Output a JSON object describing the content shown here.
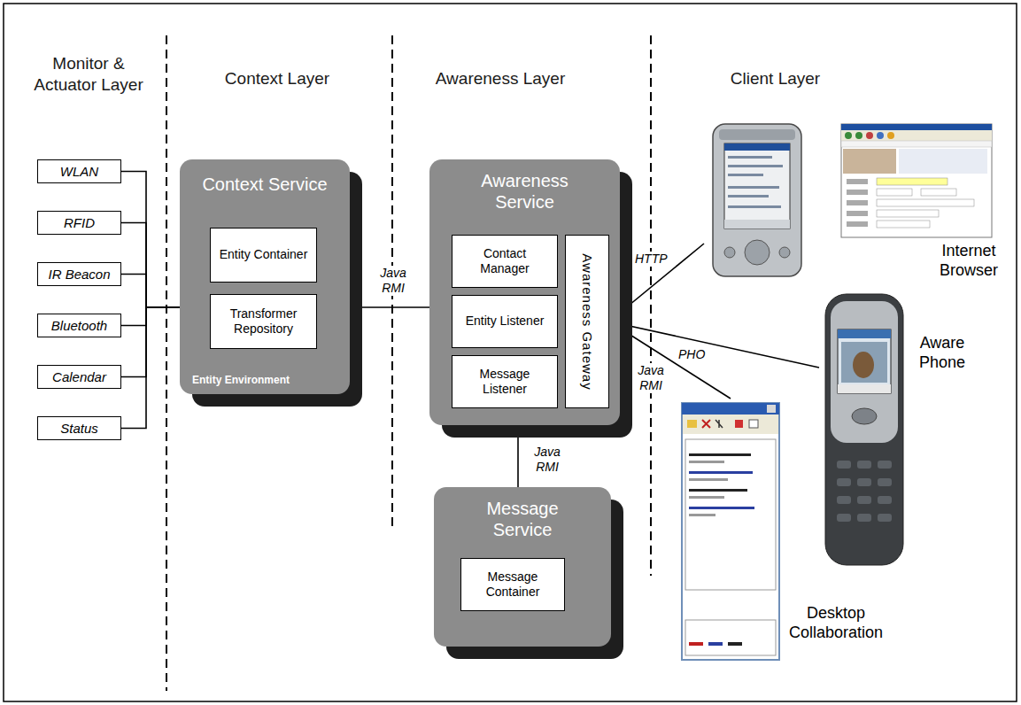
{
  "diagram": {
    "nodes": [
      {
        "text": [
          "WLAN"
        ]
      },
      {
        "text": [
          "RFID"
        ]
      },
      {
        "text": [
          "IR Beacon"
        ]
      },
      {
        "text": [
          "Bluetooth"
        ]
      },
      {
        "text": [
          "Calendar"
        ]
      },
      {
        "text": [
          "Status"
        ]
      },
      {
        "text": [
          "Context Service",
          "Entity Environment"
        ]
      },
      {
        "text": [
          "Entity Container"
        ],
        "in": 6
      },
      {
        "text": [
          "Transformer Repository"
        ],
        "in": 6
      },
      {
        "text": [
          "Awareness Service"
        ]
      },
      {
        "text": [
          "Contact Manager"
        ],
        "in": 9
      },
      {
        "text": [
          "Entity Listener"
        ],
        "in": 9
      },
      {
        "text": [
          "Message Listener"
        ],
        "in": 9
      },
      {
        "text": [
          "Awareness Gateway"
        ],
        "in": 9
      },
      {
        "text": [
          "Message Service"
        ]
      },
      {
        "text": [
          "Message Container"
        ],
        "in": 14
      },
      {
        "text": [
          "Internet Browser"
        ]
      },
      {
        "text": [
          "Aware Phone"
        ]
      },
      {
        "text": [
          "Desktop Collaboration"
        ]
      }
    ],
    "edges": [
      {
        "from": 0,
        "to": 6,
        "arrow": "none"
      },
      {
        "from": 1,
        "to": 6,
        "arrow": "none"
      },
      {
        "from": 2,
        "to": 6,
        "arrow": "none"
      },
      {
        "from": 3,
        "to": 6,
        "arrow": "none"
      },
      {
        "from": 4,
        "to": 6,
        "arrow": "none"
      },
      {
        "from": 5,
        "to": 6,
        "arrow": "none"
      },
      {
        "from": 6,
        "to": 9,
        "label": "Java RMI",
        "arrow": "none"
      },
      {
        "from": 9,
        "to": 14,
        "label": "Java RMI",
        "arrow": "none"
      },
      {
        "from": 13,
        "to": 16,
        "label": "HTTP",
        "arrow": "none"
      },
      {
        "from": 13,
        "to": 17,
        "label": "PHO",
        "arrow": "none"
      },
      {
        "from": 13,
        "to": 18,
        "label": "Java RMI",
        "arrow": "none"
      }
    ],
    "labels": [
      "Monitor & Actuator Layer",
      "Context Layer",
      "Awareness Layer",
      "Client Layer"
    ]
  }
}
